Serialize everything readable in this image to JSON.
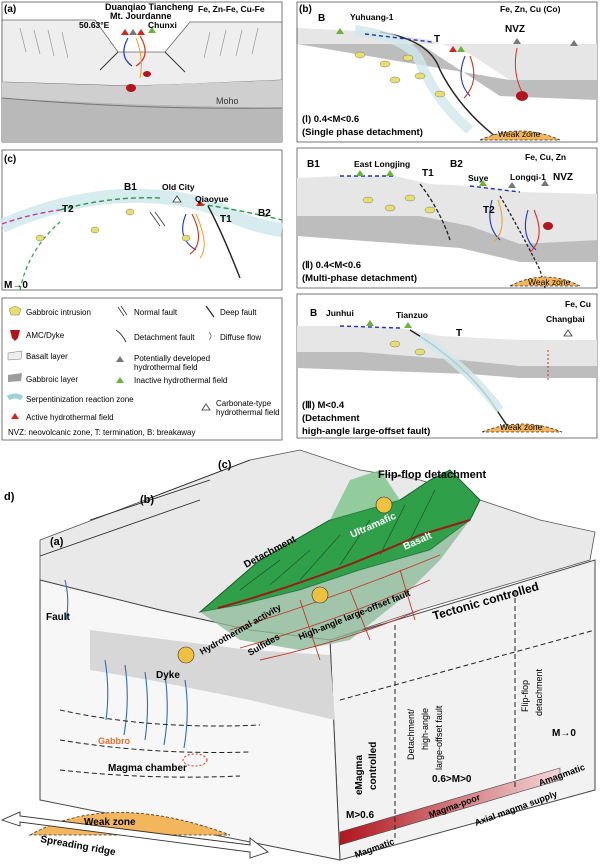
{
  "panel_a": {
    "letter": "(a)",
    "vents": "Duanqiao Tiancheng",
    "mount": "Mt. Jourdanne",
    "chunxi": "Chunxi",
    "coord": "50.63°E",
    "metals": "Fe, Zn-Fe, Cu-Fe",
    "moho": "Moho"
  },
  "panel_b1": {
    "letter": "(b)",
    "metals": "Fe, Zn, Cu (Co)",
    "B": "B",
    "site": "Yuhuang-1",
    "T": "T",
    "nvz": "NVZ",
    "weak": "Weak zone",
    "caption1": "(Ⅰ) 0.4<M<0.6",
    "caption2": "(Single phase detachment)"
  },
  "panel_b2": {
    "metals": "Fe, Cu, Zn",
    "B1": "B1",
    "east": "East Longjing",
    "T1": "T1",
    "B2": "B2",
    "suye": "Suye",
    "longqi": "Longqi-1",
    "nvz": "NVZ",
    "T2": "T2",
    "weak": "Weak zone",
    "caption1": "(Ⅱ) 0.4<M<0.6",
    "caption2": "(Multi-phase detachment)"
  },
  "panel_b3": {
    "metals1": "Fe, Cu",
    "B": "B",
    "junhui": "Junhui",
    "tianzuo": "Tianzuo",
    "T": "T",
    "changbai": "Changbai",
    "weak": "Weak zone",
    "caption1": "(Ⅲ) M<0.4",
    "caption2": "(Detachment",
    "caption3": "high-angle large-offset fault)"
  },
  "panel_c": {
    "letter": "(c)",
    "T2": "T2",
    "B1": "B1",
    "old": "Old City",
    "qiaoyue": "Qiaoyue",
    "T1": "T1",
    "B2": "B2",
    "mlabel": "M→0"
  },
  "legend": {
    "gabbro": "Gabbroic intrusion",
    "normal": "Normal fault",
    "deep": "Deep fault",
    "amc": "AMC/Dyke",
    "detach": "Detachment fault",
    "diffuse": "Diffuse flow",
    "basalt": "Basalt layer",
    "gabbrolayer": "Gabbroic layer",
    "potential1": "Potentially developed",
    "potential2": "hydrothermal field",
    "inactive": "Inactive hydrothermal field",
    "serp": "Serpentinization reaction zone",
    "carb1": "Carbonate-type",
    "carb2": "hydrothermal field",
    "active": "Active hydrothermal field",
    "abbr": "NVZ: neovolcanic zone, T: termination, B: breakaway"
  },
  "panel_d": {
    "letter": "d)",
    "a": "(a)",
    "b": "(b)",
    "c": "(c)",
    "flipflop_title": "Flip-flop detachment",
    "ultramafic": "Ultramafic",
    "basalt": "Basalt",
    "detachment": "Detachment",
    "fault": "Fault",
    "hydro": "Hydrothermal activity",
    "sulfides": "Sulfides",
    "hiangle": "High-angle large-offset fault",
    "dyke": "Dyke",
    "gabbro": "Gabbro",
    "chamber": "Magma chamber",
    "weak": "Weak zone",
    "ridge": "Spreading ridge",
    "tectonic": "Tectonic controlled",
    "emagma1": "eMagma",
    "emagma2": "controlled",
    "det1": "Detachment/",
    "det2": "high-angle",
    "det3": "large-offset fault",
    "flip1": "Flip-flop",
    "flip2": "detachment",
    "m1": "M>0.6",
    "m2": "0.6>M>0",
    "m3": "M→0",
    "magmatic": "Magmatic",
    "poor": "Magma-poor",
    "amagmatic": "Amagmatic",
    "axial": "Axial magma supply"
  }
}
